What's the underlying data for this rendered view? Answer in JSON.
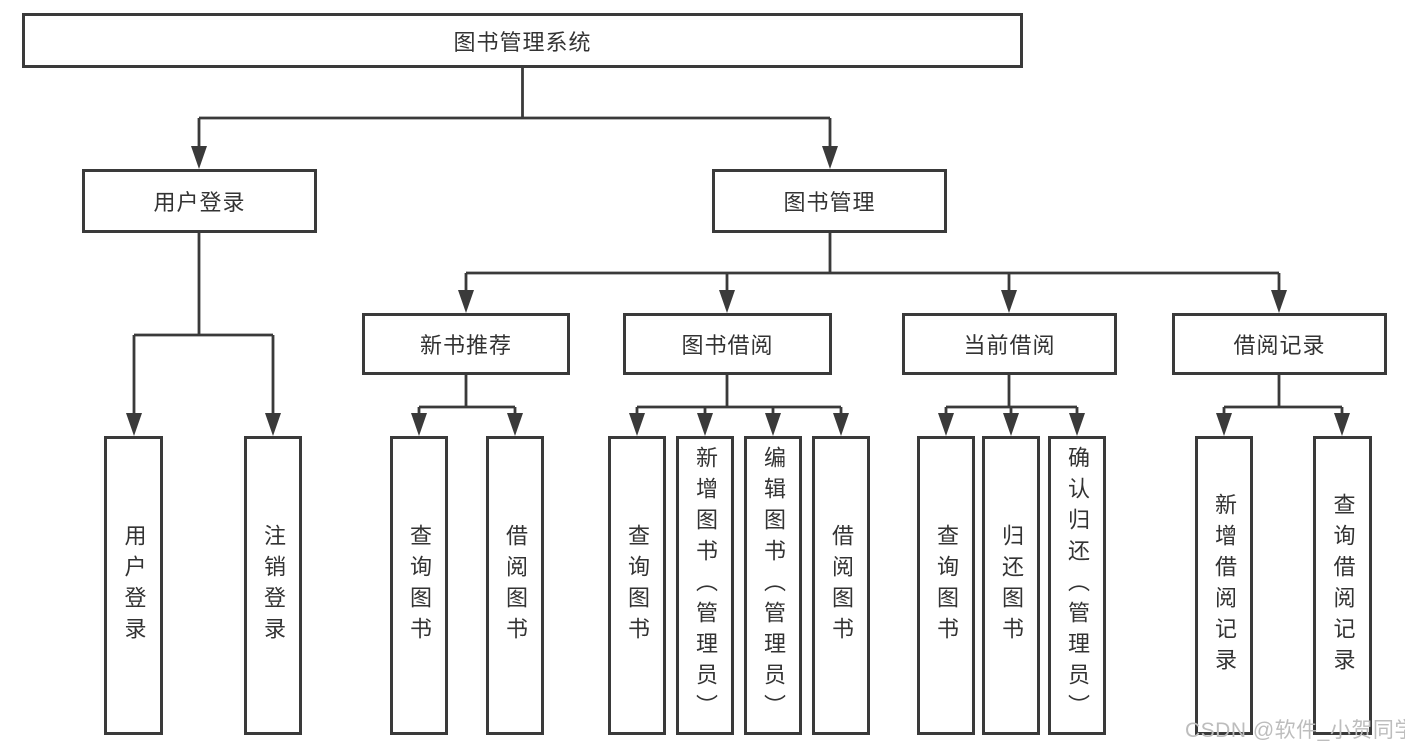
{
  "tree": {
    "label": "图书管理系统",
    "children": [
      {
        "label": "用户登录",
        "children": [
          {
            "label": "用户登录"
          },
          {
            "label": "注销登录"
          }
        ]
      },
      {
        "label": "图书管理",
        "children": [
          {
            "label": "新书推荐",
            "children": [
              {
                "label": "查询图书"
              },
              {
                "label": "借阅图书"
              }
            ]
          },
          {
            "label": "图书借阅",
            "children": [
              {
                "label": "查询图书"
              },
              {
                "label": "新增图书（管理员）"
              },
              {
                "label": "编辑图书（管理员）"
              },
              {
                "label": "借阅图书"
              }
            ]
          },
          {
            "label": "当前借阅",
            "children": [
              {
                "label": "查询图书"
              },
              {
                "label": "归还图书"
              },
              {
                "label": "确认归还（管理员）"
              }
            ]
          },
          {
            "label": "借阅记录",
            "children": [
              {
                "label": "新增借阅记录"
              },
              {
                "label": "查询借阅记录"
              }
            ]
          }
        ]
      }
    ]
  },
  "watermark": {
    "text": "CSDN @软件_小贺同学"
  },
  "colors": {
    "line": "#3a3a3a",
    "text": "#333333",
    "watermark": "#bdbdbd",
    "background": "#ffffff"
  }
}
